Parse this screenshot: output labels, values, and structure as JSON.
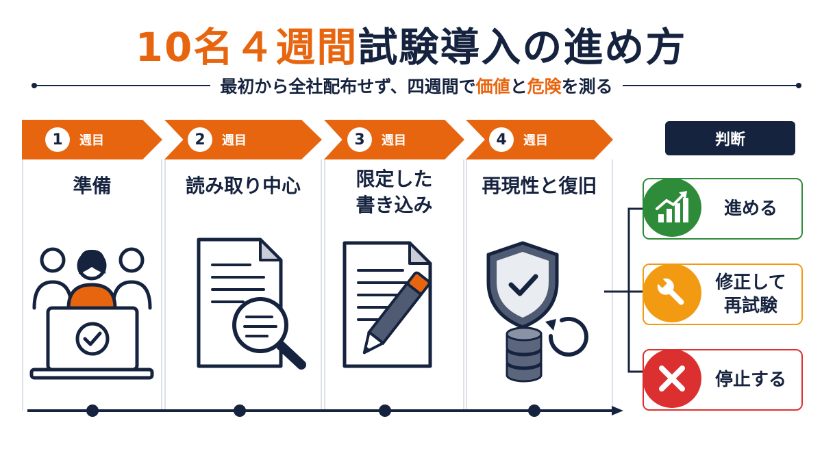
{
  "title": {
    "part1": "10名４週間",
    "part2": "試験導入の進め方"
  },
  "subtitle": {
    "part1": "最初から全社配布せず、四週間で",
    "hl1": "価値",
    "mid": "と",
    "hl2": "危険",
    "part2": "を測る"
  },
  "weeks": [
    {
      "num": "1",
      "unit": "週目",
      "label": "準備",
      "icon": "people-laptop-check-icon"
    },
    {
      "num": "2",
      "unit": "週目",
      "label": "読み取り中心",
      "icon": "document-magnifier-icon"
    },
    {
      "num": "3",
      "unit": "週目",
      "label_line1": "限定した",
      "label_line2": "書き込み",
      "icon": "document-pencil-icon"
    },
    {
      "num": "4",
      "unit": "週目",
      "label": "再現性と復旧",
      "icon": "shield-database-restore-icon"
    }
  ],
  "judgment": {
    "header": "判断",
    "options": [
      {
        "label": "進める",
        "color": "#2e8b3a",
        "icon": "growth-chart-icon"
      },
      {
        "line1": "修正して",
        "line2": "再試験",
        "color": "#f29a12",
        "icon": "wrench-icon"
      },
      {
        "label": "停止する",
        "color": "#dc2f2f",
        "icon": "cross-icon"
      }
    ]
  },
  "colors": {
    "accent": "#e8650f",
    "navy": "#16233f"
  }
}
